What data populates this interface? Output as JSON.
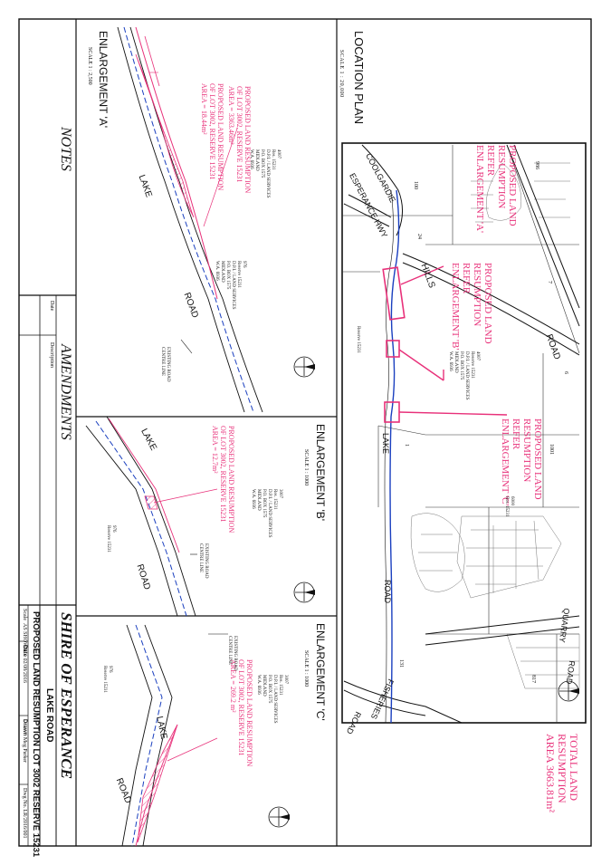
{
  "location_plan": {
    "title": "LOCATION PLAN",
    "scale": "SCALE 1 : 20,000",
    "total_note": [
      "TOTAL LAND",
      "RESUMPTION",
      "AREA 3663.81m²"
    ],
    "refer_a": [
      "PROPOSED LAND",
      "RESUMPTION",
      "REFER",
      "ENLARGEMENT 'A'"
    ],
    "refer_b": [
      "PROPOSED LAND",
      "RESUMPTION",
      "REFER",
      "ENLARGEMENT 'B'"
    ],
    "refer_c": [
      "PROPOSED LAND",
      "RESUMPTION",
      "REFER",
      "ENLARGEMENT 'C'"
    ],
    "roads": {
      "coolgardie": "COOLGARDIE",
      "esperance_hwy": "ESPERANCE HWY",
      "hills": "HILLS",
      "road_top": "ROAD",
      "lake": "LAKE",
      "road_mid": "ROAD",
      "quarry": "QUARRY",
      "road_quarry": "ROAD",
      "fisheries": "FISHERIES",
      "road_fisheries": "ROAD"
    },
    "lots": [
      "986",
      "100",
      "7",
      "6",
      "1",
      "1001",
      "1001",
      "131",
      "817",
      "24"
    ],
    "reserve_label": "Reserve 15231",
    "reserve_block": [
      "4007",
      "Reserve 15231",
      "D.P.I. / LAND SERVICES",
      "P.O. BOX 1575",
      "MIDLAND",
      "W.A. 6936"
    ],
    "res6000": [
      "6000",
      "Res. 15231"
    ],
    "res_left": [
      "976",
      "Reserve 15231"
    ]
  },
  "enlargement_a": {
    "title": "ENLARGEMENT 'A'",
    "scale": "SCALE 1 : 2,500",
    "note": [
      "PROPOSED LAND RESUMPTION",
      "OF LOT 3002, RESERVE 15231",
      "AREA = 3363.46m²"
    ],
    "note2": [
      "PROPOSED LAND RESUMPTION",
      "OF LOT 3002, RESERVE 15231",
      "AREA = 18.44m²"
    ],
    "owner": [
      "4007",
      "Res. 15231",
      "D.P.I. / LAND SERVICES",
      "P.O. BOX 1575",
      "MIDLAND",
      "W.A. 6936"
    ],
    "owner2": [
      "976",
      "Reserve 15231",
      "D.P.I. / LAND SERVICES",
      "P.O. BOX 1575",
      "MIDLAND",
      "W.A. 6936"
    ],
    "lake": "LAKE",
    "road": "ROAD",
    "existing": [
      "EXISTING ROAD",
      "CENTRE LINE"
    ]
  },
  "enlargement_b": {
    "title": "ENLARGEMENT 'B'",
    "scale": "SCALE 1 : 1000",
    "note": [
      "PROPOSED LAND RESUMPTION",
      "OF LOT 3002, RESERVE 15231",
      "AREA = 12.7m²"
    ],
    "owner": [
      "3007",
      "Res. 15231",
      "D.P.I. / LAND SERVICES",
      "P.O. BOX 1575",
      "MIDLAND",
      "W.A. 6936"
    ],
    "res": [
      "976",
      "Reserve 15231"
    ],
    "lake": "LAKE",
    "road": "ROAD",
    "existing": [
      "EXISTING ROAD",
      "CENTRE LINE"
    ]
  },
  "enlargement_c": {
    "title": "ENLARGEMENT 'C'",
    "scale": "SCALE 1 : 1000",
    "note": [
      "PROPOSED LAND RESUMPTION",
      "OF LOT 3002, RESERVE 15231",
      "AREA = 269.2 m²"
    ],
    "owner": [
      "3007",
      "Res. 15231",
      "D.P.I. / LAND SERVICES",
      "P.O. BOX 1575",
      "MIDLAND",
      "W.A. 6936"
    ],
    "res": [
      "976",
      "Reserve 15231"
    ],
    "lake": "LAKE",
    "road": "ROAD",
    "existing": [
      "EXISTING ROAD",
      "CENTRE LINE"
    ]
  },
  "notes": {
    "title": "NOTES"
  },
  "amendments": {
    "title": "AMENDMENTS",
    "date_col": "Date",
    "desc_col": "Description"
  },
  "title_block": {
    "council": "SHIRE OF ESPERANCE",
    "line1": "LAKE ROAD",
    "line2": "PROPOSED LAND RESUMPTION LOT 3002 RESERVE 15231",
    "scale_label": "Scale",
    "scale_value": "AS SHOWN",
    "date_label": "Date",
    "date_value": "02/08/2016",
    "drawn_label": "Drawn",
    "drawn_value": "Meg Parker",
    "dwg_label": "Dwg No.",
    "dwg_value": "LR/2016/001"
  },
  "colors": {
    "resumption": "#e8317a",
    "road_centre": "#1a3fbf",
    "line": "#111111"
  }
}
